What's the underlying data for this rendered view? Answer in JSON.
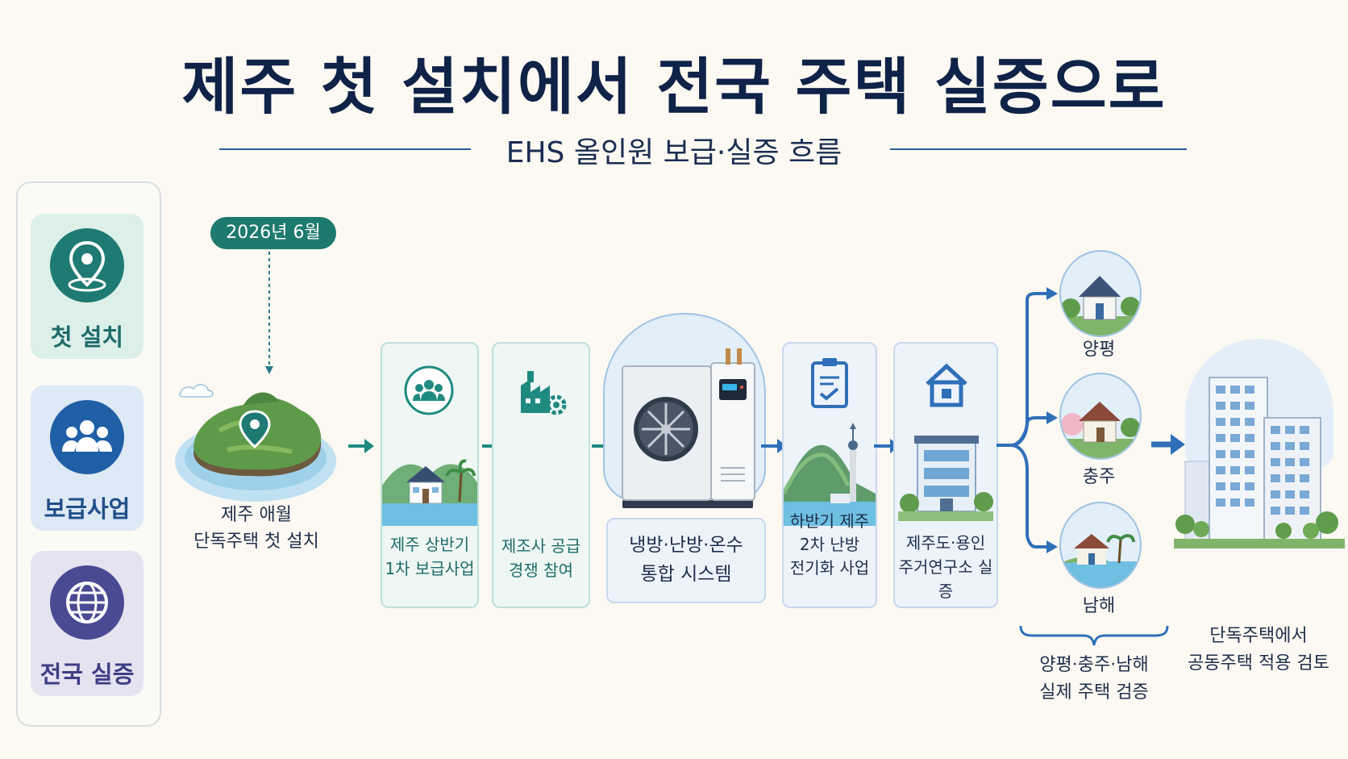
{
  "title": "제주 첫 설치에서 전국 주택 실증으로",
  "subtitle": "EHS 올인원 보급·실증 흐름",
  "sidebar": {
    "items": [
      {
        "label": "첫 설치",
        "icon": "location-pin-icon",
        "color": "#1e7a72",
        "bg": "#dcefe9"
      },
      {
        "label": "보급사업",
        "icon": "people-group-icon",
        "color": "#1f5fa6",
        "bg": "#dde9f5"
      },
      {
        "label": "전국 실증",
        "icon": "globe-icon",
        "color": "#4a4a93",
        "bg": "#e6e3f1"
      }
    ]
  },
  "timeline": {
    "date_badge": "2026년 6월"
  },
  "stages": [
    {
      "caption_line1": "제주 애월",
      "caption_line2": "단독주택 첫 설치"
    },
    {
      "caption_line1": "제주 상반기",
      "caption_line2": "1차 보급사업"
    },
    {
      "caption_line1": "제조사 공급",
      "caption_line2": "경쟁 참여"
    },
    {
      "caption_line1": "냉방·난방·온수",
      "caption_line2": "통합 시스템"
    },
    {
      "caption_line1": "하반기 제주",
      "caption_line2": "2차 난방",
      "caption_line3": "전기화 사업"
    },
    {
      "caption_line1": "제주도·용인",
      "caption_line2": "주거연구소 실증"
    }
  ],
  "regions": [
    {
      "label": "양평"
    },
    {
      "label": "충주"
    },
    {
      "label": "남해"
    }
  ],
  "regions_caption": {
    "line1": "양평·충주·남해",
    "line2": "실제 주택 검증"
  },
  "final": {
    "line1": "단독주택에서",
    "line2": "공동주택 적용 검토"
  },
  "colors": {
    "teal": "#1e7a72",
    "blue": "#1f5fa6",
    "navy": "#0f2248",
    "arrow_teal": "#1f8a80",
    "arrow_blue": "#2f6fb8"
  }
}
